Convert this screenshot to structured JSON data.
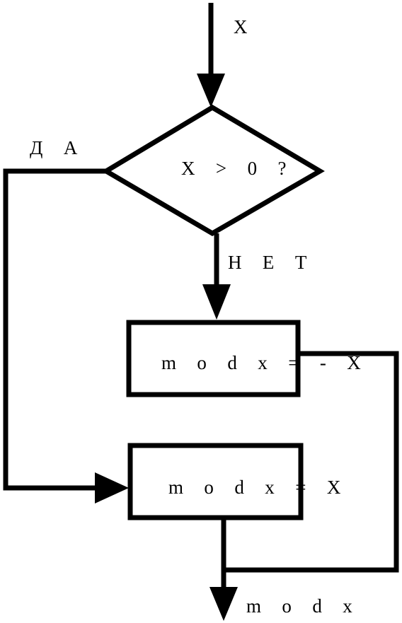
{
  "flowchart": {
    "input_label": "X",
    "condition": "X > 0 ?",
    "yes_label": "Д А",
    "no_label": "Н Е Т",
    "no_branch_box": "m o d x = - X",
    "yes_branch_box": "m o d x = X",
    "output_label": "m o d x"
  }
}
